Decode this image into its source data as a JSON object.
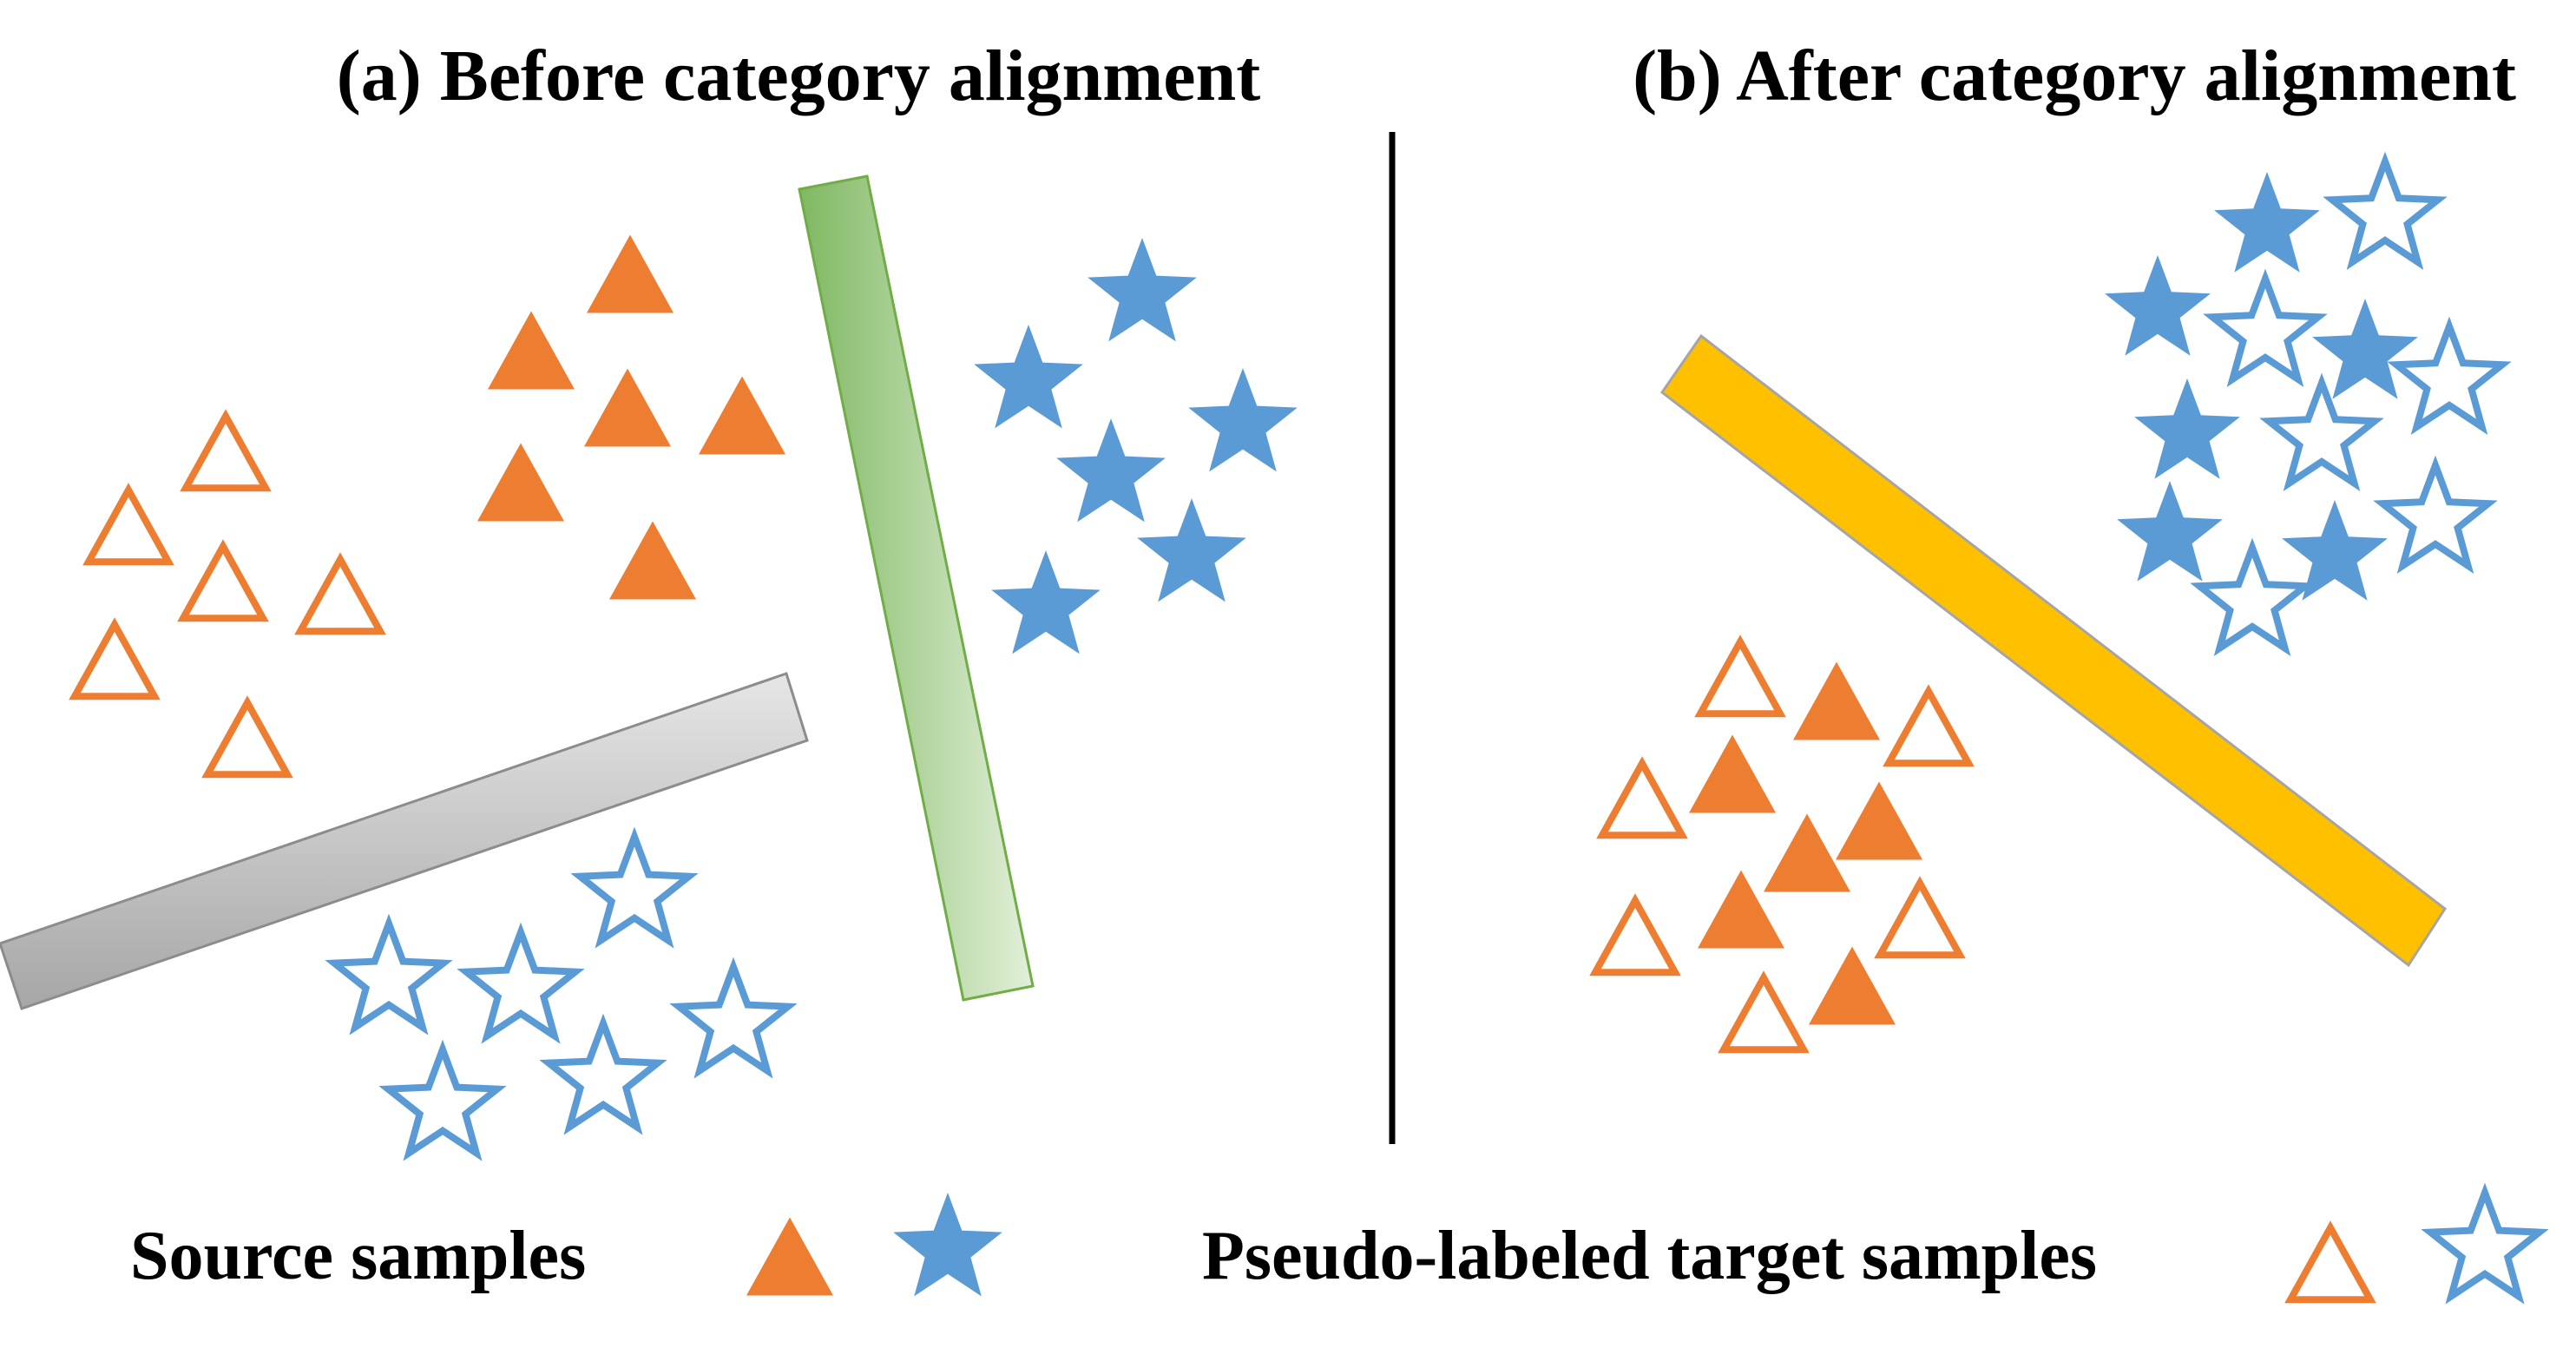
{
  "panel_a": {
    "title": "(a) Before category alignment"
  },
  "panel_b": {
    "title": "(b) After category alignment"
  },
  "legend": {
    "source_label": "Source samples",
    "target_label": "Pseudo-labeled target samples"
  },
  "colors": {
    "orange": "#ED7D31",
    "blue": "#5B9BD5",
    "gray_bar": "#BFBFBF",
    "green_bar": "#A9D18E",
    "yellow_bar": "#FFC000",
    "divider": "#000000"
  }
}
